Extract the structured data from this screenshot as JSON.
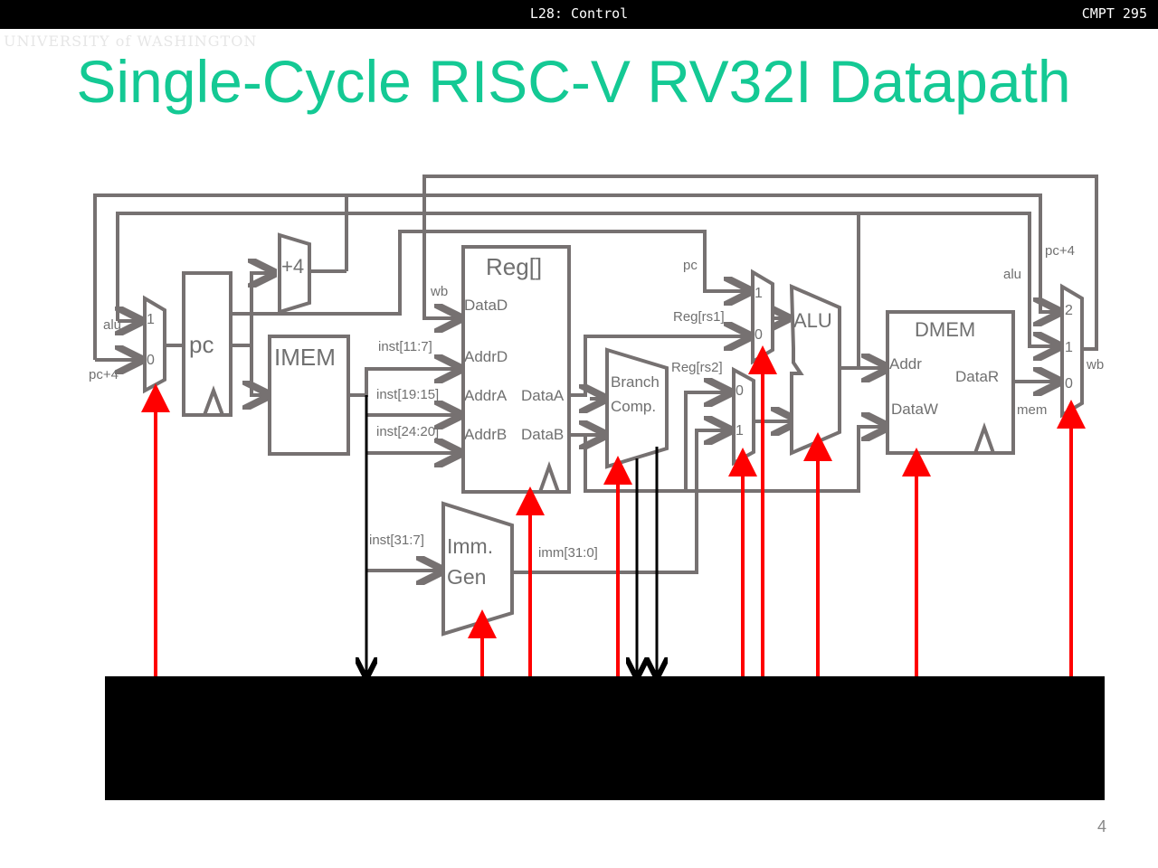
{
  "header": {
    "lecture": "L28: Control",
    "course": "CMPT 295"
  },
  "logo": {
    "text": "UNIVERSITY of WASHINGTON"
  },
  "slide": {
    "title": "Single-Cycle RISC-V RV32I Datapath",
    "page_number": "4"
  },
  "colors": {
    "title": "#14c994",
    "wire": "#767171",
    "control": "#ff0000",
    "inst": "#000000"
  },
  "diagram": {
    "blocks": {
      "pc": "pc",
      "plus4": "+4",
      "imem": "IMEM",
      "reg": "Reg[]",
      "branch_line1": "Branch",
      "branch_line2": "Comp.",
      "alu": "ALU",
      "dmem": "DMEM",
      "imm_line1": "Imm.",
      "imm_line2": "Gen"
    },
    "ports": {
      "dataD": "DataD",
      "addrD": "AddrD",
      "addrA": "AddrA",
      "addrB": "AddrB",
      "dataA": "DataA",
      "dataB": "DataB",
      "addr": "Addr",
      "dataW": "DataW",
      "dataR": "DataR"
    },
    "labels": {
      "alu_left": "alu",
      "pc4_left": "pc+4",
      "wb_reg": "wb",
      "inst_11_7": "inst[11:7]",
      "inst_19_15": "inst[19:15]",
      "inst_24_20": "inst[24:20]",
      "inst_31_7": "inst[31:7]",
      "imm": "imm[31:0]",
      "pc": "pc",
      "reg_rs1": "Reg[rs1]",
      "reg_rs2": "Reg[rs2]",
      "alu_right": "alu",
      "pc4_right": "pc+4",
      "wb_right": "wb",
      "mem": "mem"
    },
    "mux_inputs": {
      "pc_mux": [
        "1",
        "0"
      ],
      "a_mux": [
        "1",
        "0"
      ],
      "b_mux": [
        "0",
        "1"
      ],
      "wb_mux": [
        "2",
        "1",
        "0"
      ]
    }
  }
}
